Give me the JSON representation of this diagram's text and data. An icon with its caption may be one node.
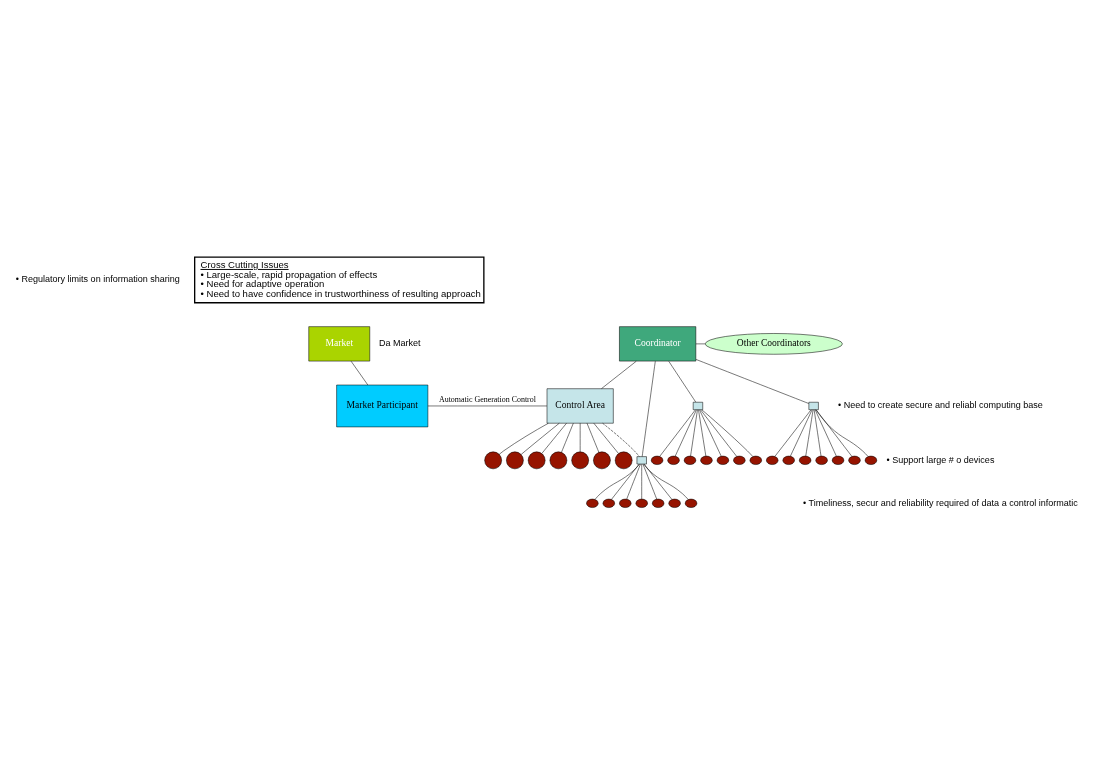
{
  "diagram": {
    "nodes": [
      {
        "text": [
          "Market"
        ]
      },
      {
        "text": [
          "Coordinator"
        ]
      },
      {
        "text": [
          "Other Coordinators"
        ]
      },
      {
        "text": [
          "Cross Cutting Issues",
          "• Large-scale, rapid propagation of effects",
          "• Need for adaptive operation",
          "• Need to have confidence in trustworthiness of resulting approach"
        ]
      },
      {
        "text": [],
        "shape": "box"
      },
      {
        "text": [],
        "shape": "circle"
      },
      {
        "text": [],
        "shape": "circle"
      },
      {
        "text": [],
        "shape": "circle"
      },
      {
        "text": [],
        "shape": "circle"
      },
      {
        "text": [],
        "shape": "circle"
      },
      {
        "text": [],
        "shape": "circle"
      },
      {
        "text": [],
        "shape": "circle"
      },
      {
        "text": [],
        "shape": "box"
      },
      {
        "text": [],
        "shape": "circle"
      },
      {
        "text": [],
        "shape": "circle"
      },
      {
        "text": [],
        "shape": "circle"
      },
      {
        "text": [],
        "shape": "circle"
      },
      {
        "text": [],
        "shape": "circle"
      },
      {
        "text": [],
        "shape": "circle"
      },
      {
        "text": [],
        "shape": "circle"
      },
      {
        "text": [],
        "shape": "box"
      },
      {
        "text": [],
        "shape": "circle"
      },
      {
        "text": [],
        "shape": "circle"
      },
      {
        "text": [],
        "shape": "circle"
      },
      {
        "text": [],
        "shape": "circle"
      },
      {
        "text": [],
        "shape": "circle"
      },
      {
        "text": [],
        "shape": "circle"
      },
      {
        "text": [],
        "shape": "circle"
      },
      {
        "text": [
          "Market Participant"
        ]
      },
      {
        "text": [
          "Control Area"
        ]
      },
      {
        "text": [],
        "shape": "circle"
      },
      {
        "text": [],
        "shape": "circle"
      },
      {
        "text": [],
        "shape": "circle"
      },
      {
        "text": [],
        "shape": "circle"
      },
      {
        "text": [],
        "shape": "circle"
      },
      {
        "text": [],
        "shape": "circle"
      },
      {
        "text": [],
        "shape": "circle"
      }
    ],
    "edges": [
      {
        "from": 1,
        "to": 2,
        "arrow": "none"
      },
      {
        "from": 1,
        "to": 4,
        "arrow": "none"
      },
      {
        "from": 1,
        "to": 12,
        "arrow": "none"
      },
      {
        "from": 1,
        "to": 20,
        "arrow": "none"
      },
      {
        "from": 4,
        "to": 5,
        "arrow": "none"
      },
      {
        "from": 4,
        "to": 6,
        "arrow": "none"
      },
      {
        "from": 4,
        "to": 7,
        "arrow": "none"
      },
      {
        "from": 4,
        "to": 8,
        "arrow": "none"
      },
      {
        "from": 4,
        "to": 9,
        "arrow": "none"
      },
      {
        "from": 4,
        "to": 10,
        "arrow": "none"
      },
      {
        "from": 4,
        "to": 11,
        "arrow": "none"
      },
      {
        "from": 12,
        "to": 13,
        "arrow": "none"
      },
      {
        "from": 12,
        "to": 14,
        "arrow": "none"
      },
      {
        "from": 12,
        "to": 15,
        "arrow": "none"
      },
      {
        "from": 12,
        "to": 16,
        "arrow": "none"
      },
      {
        "from": 12,
        "to": 17,
        "arrow": "none"
      },
      {
        "from": 12,
        "to": 18,
        "arrow": "none"
      },
      {
        "from": 12,
        "to": 19,
        "arrow": "none"
      },
      {
        "from": 20,
        "to": 21,
        "arrow": "none"
      },
      {
        "from": 20,
        "to": 22,
        "arrow": "none"
      },
      {
        "from": 20,
        "to": 23,
        "arrow": "none"
      },
      {
        "from": 20,
        "to": 24,
        "arrow": "none"
      },
      {
        "from": 20,
        "to": 25,
        "arrow": "none"
      },
      {
        "from": 20,
        "to": 26,
        "arrow": "none"
      },
      {
        "from": 20,
        "to": 27,
        "arrow": "none"
      },
      {
        "from": 0,
        "to": 28,
        "arrow": "none"
      },
      {
        "from": 1,
        "to": 29,
        "arrow": "none"
      },
      {
        "from": 28,
        "to": 29,
        "arrow": "none",
        "label": "Automatic Generation Control"
      },
      {
        "from": 29,
        "to": 20,
        "arrow": "none",
        "style": "dashed"
      },
      {
        "from": 29,
        "to": 30,
        "arrow": "none"
      },
      {
        "from": 29,
        "to": 31,
        "arrow": "none"
      },
      {
        "from": 29,
        "to": 32,
        "arrow": "none"
      },
      {
        "from": 29,
        "to": 33,
        "arrow": "none"
      },
      {
        "from": 29,
        "to": 34,
        "arrow": "none"
      },
      {
        "from": 29,
        "to": 35,
        "arrow": "none"
      },
      {
        "from": 29,
        "to": 36,
        "arrow": "none"
      }
    ],
    "labels": [
      "• Regulatory limits on information sharing",
      "Da Market",
      "• Need to create secure and reliabl computing base",
      "• Support large # o devices",
      "• Timeliness, secur and reliability required of data a control informatic"
    ]
  }
}
